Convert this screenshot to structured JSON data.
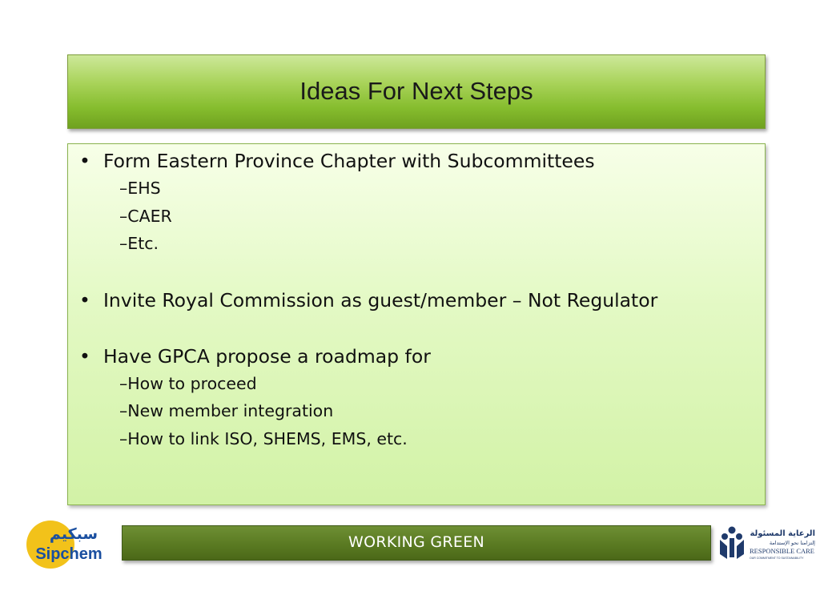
{
  "slide": {
    "title": "Ideas For Next Steps"
  },
  "bullets": [
    {
      "text": "Form Eastern Province Chapter with Subcommittees",
      "subitems": [
        "–EHS",
        "–CAER",
        "–Etc."
      ]
    },
    {
      "text": "Invite Royal Commission as guest/member – Not Regulator",
      "subitems": []
    },
    {
      "text": "Have GPCA propose a roadmap for",
      "subitems": [
        "–How to proceed",
        "–New member integration",
        "–How to link ISO, SHEMS, EMS, etc."
      ]
    }
  ],
  "bullet_symbol": "•",
  "footer": {
    "label": "WORKING GREEN"
  },
  "logos": {
    "sipchem": {
      "arabic": "سبكيم",
      "latin": "Sipchem"
    },
    "responsible_care": {
      "arabic_line1": "الرعاية المسئولة",
      "arabic_line2": "إلتزامنا نحو الإستدامة",
      "name": "RESPONSIBLE CARE",
      "tagline": "OUR COMMITMENT TO SUSTAINABILITY"
    }
  },
  "colors": {
    "title_green": "#86bd2e",
    "content_fill": "#e3f9c4",
    "footer_green": "#5a7a22",
    "sipchem_yellow": "#f2c21a",
    "sipchem_blue": "#1a4fa0",
    "rc_navy": "#1f3a6b"
  }
}
